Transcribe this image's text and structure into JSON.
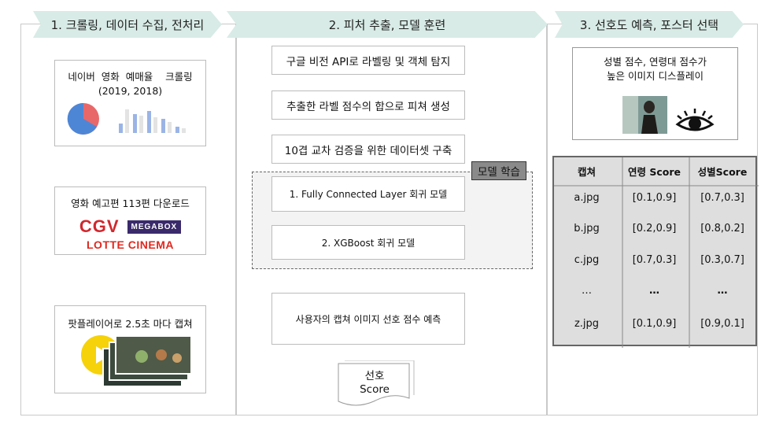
{
  "step1": {
    "title": "1. 크롤링, 데이터 수집, 전처리",
    "crawl_title": "네이버  영화  예매율    크롤링",
    "crawl_years": "(2019, 2018)",
    "trailer": "영화 예고편 113편 다운로드",
    "logos": {
      "cgv": "CGV",
      "megabox": "MEGABOX",
      "lotte": "LOTTE CINEMA"
    },
    "capture": "팟플레이어로 2.5초 마다 캡쳐"
  },
  "step2": {
    "title": "2. 피처 추출, 모델 훈련",
    "labeling": "구글 비전 API로 라벨링 및 객체 탐지",
    "feature": "추출한 라벨 점수의 합으로 피쳐 생성",
    "dataset": "10겹 교차 검증을 위한 데이터셋 구축",
    "model_group": "모델 학습",
    "model1": "1. Fully Connected Layer 회귀 모델",
    "model2": "2. XGBoost 회귀 모델",
    "predict": "사용자의 캡쳐 이미지 선호 점수 예측",
    "score_line1": "선호",
    "score_line2": "Score"
  },
  "step3": {
    "title": "3. 선호도 예측, 포스터 선택",
    "display_line1": "성별 점수, 연령대 점수가",
    "display_line2": "높은 이미지 디스플레이",
    "table": {
      "headers": [
        "캡쳐",
        "연령 Score",
        "성별Score"
      ],
      "rows": [
        [
          "a.jpg",
          "[0.1,0.9]",
          "[0.7,0.3]"
        ],
        [
          "b.jpg",
          "[0.2,0.9]",
          "[0.8,0.2]"
        ],
        [
          "c.jpg",
          "[0.7,0.3]",
          "[0.3,0.7]"
        ],
        [
          "…",
          "…",
          "…"
        ],
        [
          "z.jpg",
          "[0.1,0.9]",
          "[0.9,0.1]"
        ]
      ]
    }
  },
  "colors": {
    "banner": "#d8ebe6",
    "connector": "#777777",
    "pie_blue": "#4e86d6",
    "pie_red": "#e8686a",
    "play": "#f5d20a",
    "cgv_red": "#d0282d",
    "lotte_red": "#e0281f",
    "megabox": "#3a2a6b"
  }
}
